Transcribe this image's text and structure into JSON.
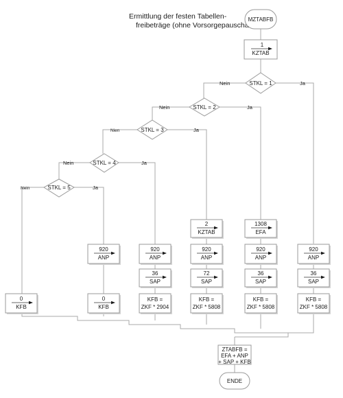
{
  "title": {
    "line1": "Ermittlung der festen Tabellen-",
    "line2": "freibeträge (ohne Vorsorgepauschale)"
  },
  "start": "MZTABFB",
  "end": "ENDE",
  "assign_top": {
    "value": "1",
    "var": "KZTAB"
  },
  "decisions": {
    "d1": "STKL = 1",
    "d2": "STKL = 2",
    "d3": "STKL = 3",
    "d4": "STKL = 4",
    "d5": "STKL = 5"
  },
  "branch_labels": {
    "nein": "Nein",
    "nien": "Nien",
    "ja": "Ja"
  },
  "columns": {
    "col_stkl6": {
      "kfb": {
        "value": "0",
        "var": "KFB"
      }
    },
    "col_stkl5": {
      "anp": {
        "value": "920",
        "var": "ANP"
      },
      "kfb": {
        "value": "0",
        "var": "KFB"
      }
    },
    "col_stkl4": {
      "anp": {
        "value": "920",
        "var": "ANP"
      },
      "sap": {
        "value": "36",
        "var": "SAP"
      },
      "kfb": {
        "line1": "KFB =",
        "line2": "ZKF * 2904"
      }
    },
    "col_stkl3": {
      "kztab": {
        "value": "2",
        "var": "KZTAB"
      },
      "anp": {
        "value": "920",
        "var": "ANP"
      },
      "sap": {
        "value": "72",
        "var": "SAP"
      },
      "kfb": {
        "line1": "KFB =",
        "line2": "ZKF * 5808"
      }
    },
    "col_stkl2": {
      "efa": {
        "value": "1308",
        "var": "EFA"
      },
      "anp": {
        "value": "920",
        "var": "ANP"
      },
      "sap": {
        "value": "36",
        "var": "SAP"
      },
      "kfb": {
        "line1": "KFB =",
        "line2": "ZKF * 5808"
      }
    },
    "col_stkl1": {
      "anp": {
        "value": "920",
        "var": "ANP"
      },
      "sap": {
        "value": "36",
        "var": "SAP"
      },
      "kfb": {
        "line1": "KFB =",
        "line2": "ZKF * 5808"
      }
    }
  },
  "final": {
    "line1": "ZTABFB =",
    "line2": "EFA + ANP",
    "line3": "+ SAP + KFB"
  }
}
